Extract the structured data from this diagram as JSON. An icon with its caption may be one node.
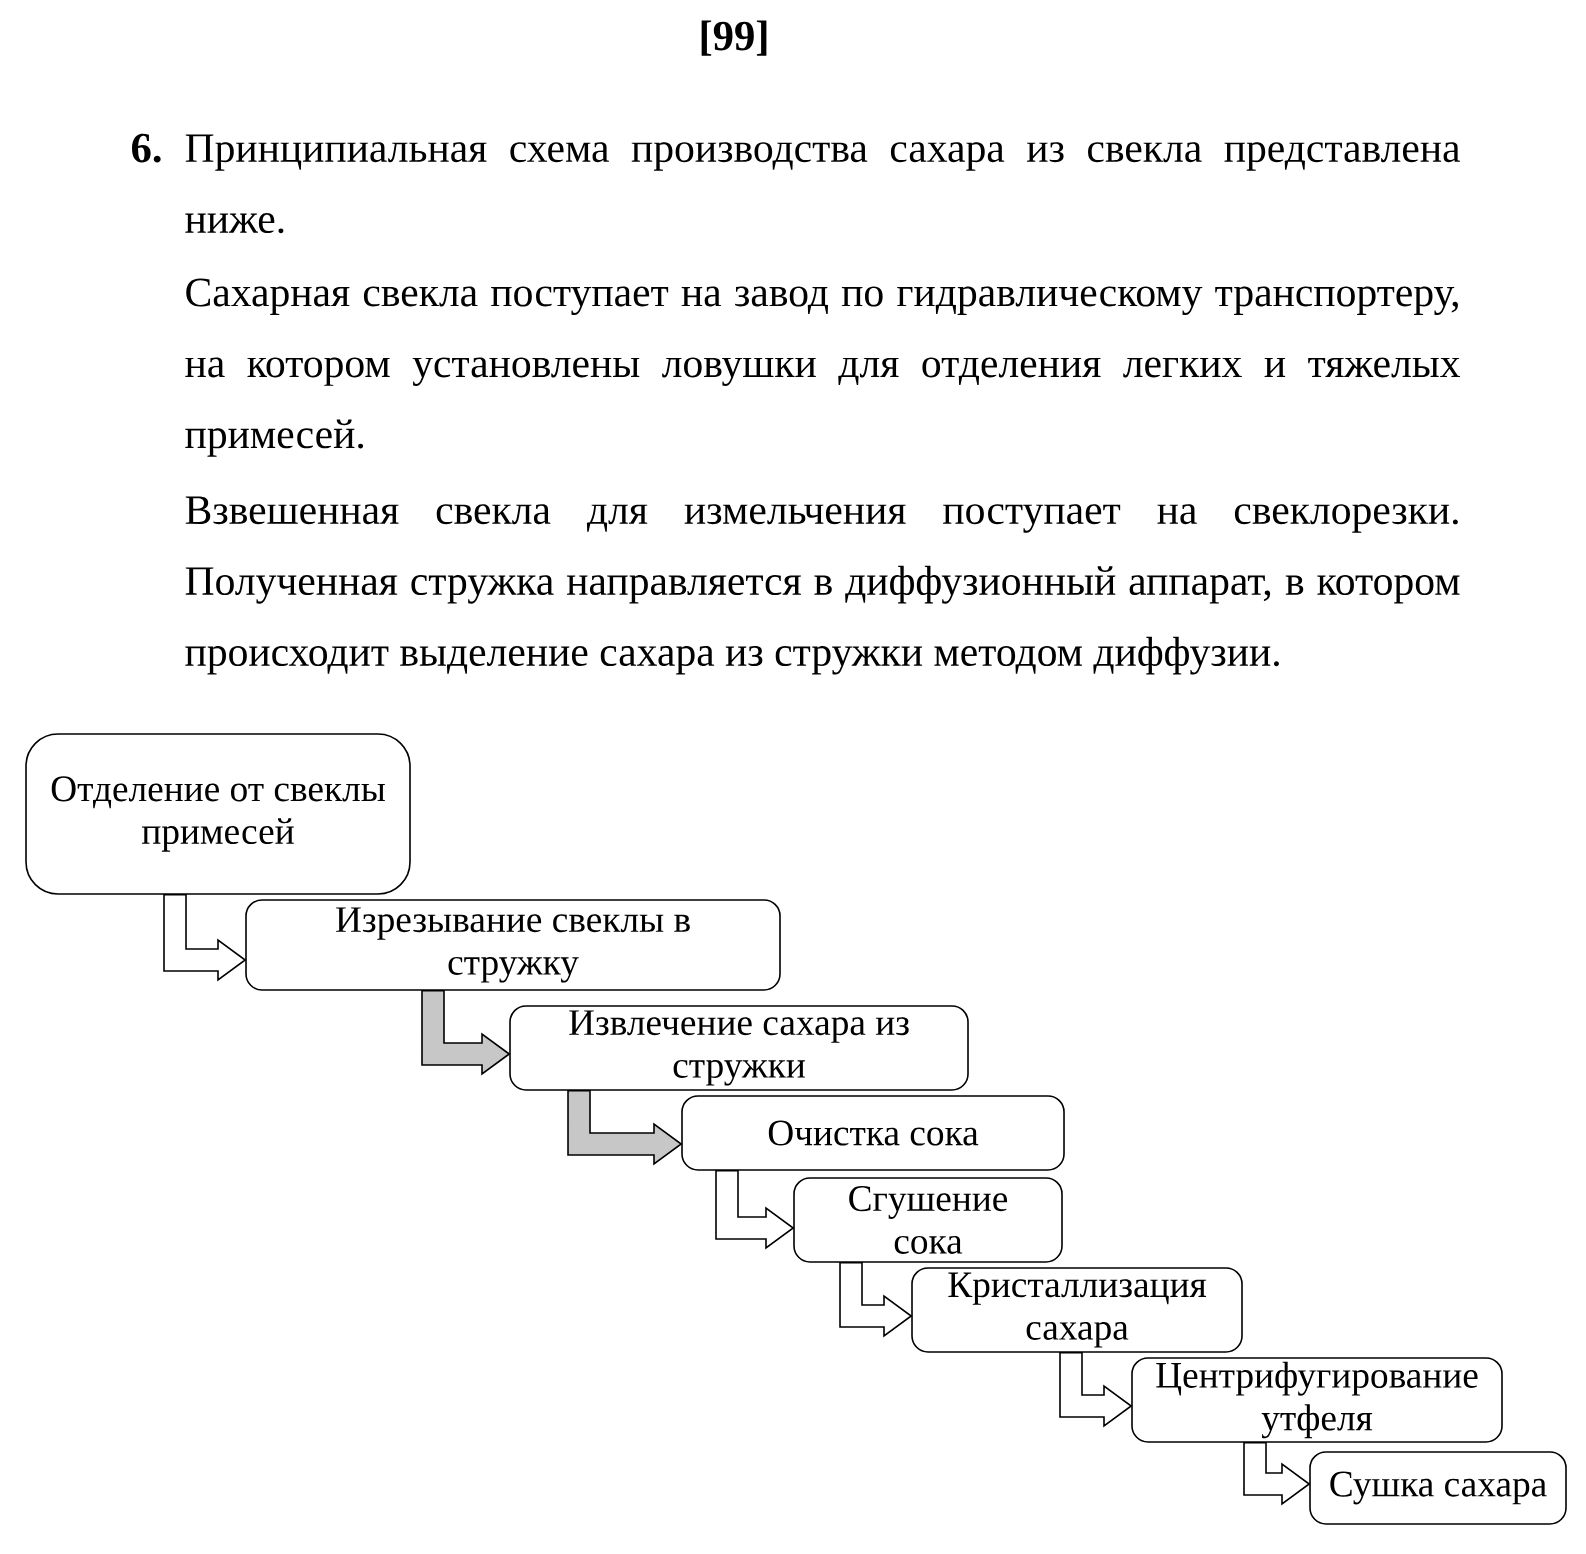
{
  "diagram": {
    "nodes": [
      {
        "text": [
          "Отделение от свеклы примесей"
        ]
      },
      {
        "text": [
          "Изрезывание свеклы в стружку"
        ]
      },
      {
        "text": [
          "Извлечение сахара из стружки"
        ]
      },
      {
        "text": [
          "Очистка сока"
        ]
      },
      {
        "text": [
          "Сгушение сока"
        ]
      },
      {
        "text": [
          "Кристаллизация сахара"
        ]
      },
      {
        "text": [
          "Центрифугирование утфеля"
        ]
      },
      {
        "text": [
          "Сушка сахара"
        ]
      }
    ],
    "edges": [
      {
        "from": 0,
        "to": 1,
        "arrow": "to"
      },
      {
        "from": 1,
        "to": 2,
        "arrow": "to"
      },
      {
        "from": 2,
        "to": 3,
        "arrow": "to"
      },
      {
        "from": 3,
        "to": 4,
        "arrow": "to"
      },
      {
        "from": 4,
        "to": 5,
        "arrow": "to"
      },
      {
        "from": 5,
        "to": 6,
        "arrow": "to"
      },
      {
        "from": 6,
        "to": 7,
        "arrow": "to"
      }
    ],
    "labels": [
      "[99]",
      "6.",
      "Принципиальная схема производства сахара из свекла представлена ниже.",
      "Сахарная свекла поступает на завод по гидравлическому транспортеру, на котором установлены ловушки для отделения легких и тяжелых примесей.",
      "Взвешенная свекла для измельчения поступает на свеклорезки. Полученная стружка направляется в диффузионный аппарат, в котором происходит выделение сахара из стружки методом диффузии."
    ]
  }
}
